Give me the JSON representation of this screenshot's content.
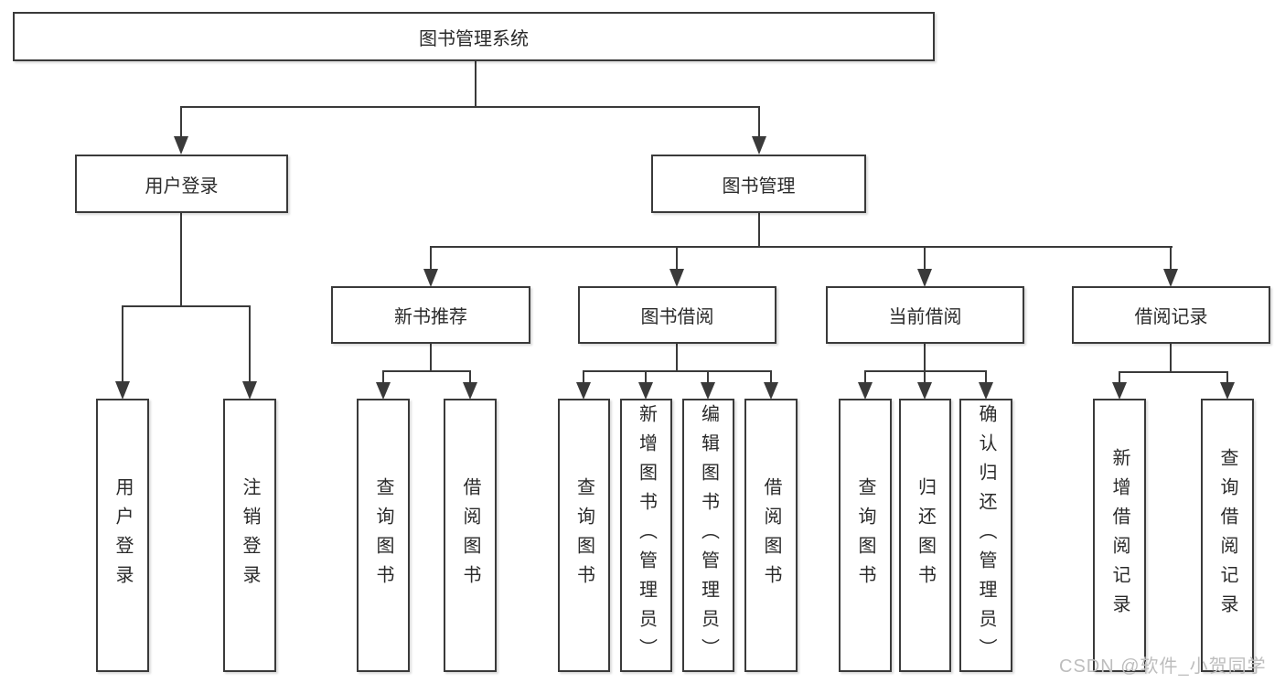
{
  "diagram_title": "图书管理系统",
  "tree": {
    "label": "图书管理系统",
    "children": [
      {
        "label": "用户登录",
        "children": [
          {
            "label": "用户登录"
          },
          {
            "label": "注销登录"
          }
        ]
      },
      {
        "label": "图书管理",
        "children": [
          {
            "label": "新书推荐",
            "children": [
              {
                "label": "查询图书"
              },
              {
                "label": "借阅图书"
              }
            ]
          },
          {
            "label": "图书借阅",
            "children": [
              {
                "label": "查询图书"
              },
              {
                "label": "新增图书（管理员）"
              },
              {
                "label": "编辑图书（管理员）"
              },
              {
                "label": "借阅图书"
              }
            ]
          },
          {
            "label": "当前借阅",
            "children": [
              {
                "label": "查询图书"
              },
              {
                "label": "归还图书"
              },
              {
                "label": "确认归还（管理员）"
              }
            ]
          },
          {
            "label": "借阅记录",
            "children": [
              {
                "label": "新增借阅记录"
              },
              {
                "label": "查询借阅记录"
              }
            ]
          }
        ]
      }
    ]
  },
  "watermark": "CSDN @软件_小贺同学",
  "colors": {
    "line": "#3a3a3a",
    "box_background": "#ffffff",
    "text": "#2a2a2a",
    "watermark": "#bdbdbd"
  }
}
